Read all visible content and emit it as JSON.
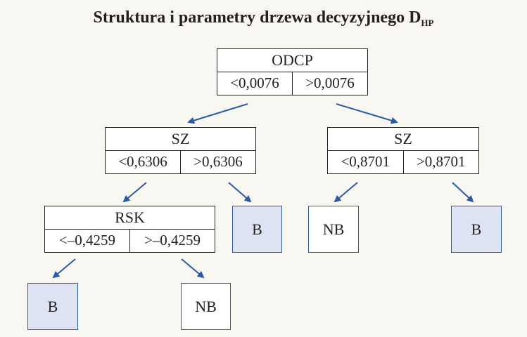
{
  "title": {
    "text": "Struktura i parametry drzewa decyzyjnego D",
    "subscript": "HP"
  },
  "colors": {
    "arrow": "#2b5aa6",
    "leaf_b_fill": "#dde3f2",
    "leaf_border": "#2b5aa6",
    "background": "#f8f7f2"
  },
  "nodes": {
    "root": {
      "name": "ODCP",
      "left": "<0,0076",
      "right": ">0,0076"
    },
    "sz_left": {
      "name": "SZ",
      "left": "<0,6306",
      "right": ">0,6306"
    },
    "sz_right": {
      "name": "SZ",
      "left": "<0,8701",
      "right": ">0,8701"
    },
    "rsk": {
      "name": "RSK",
      "left": "<–0,4259",
      "right": ">–0,4259"
    }
  },
  "leaves": {
    "sz_left_right": "B",
    "sz_right_left": "NB",
    "sz_right_right": "B",
    "rsk_left": "B",
    "rsk_right": "NB"
  }
}
